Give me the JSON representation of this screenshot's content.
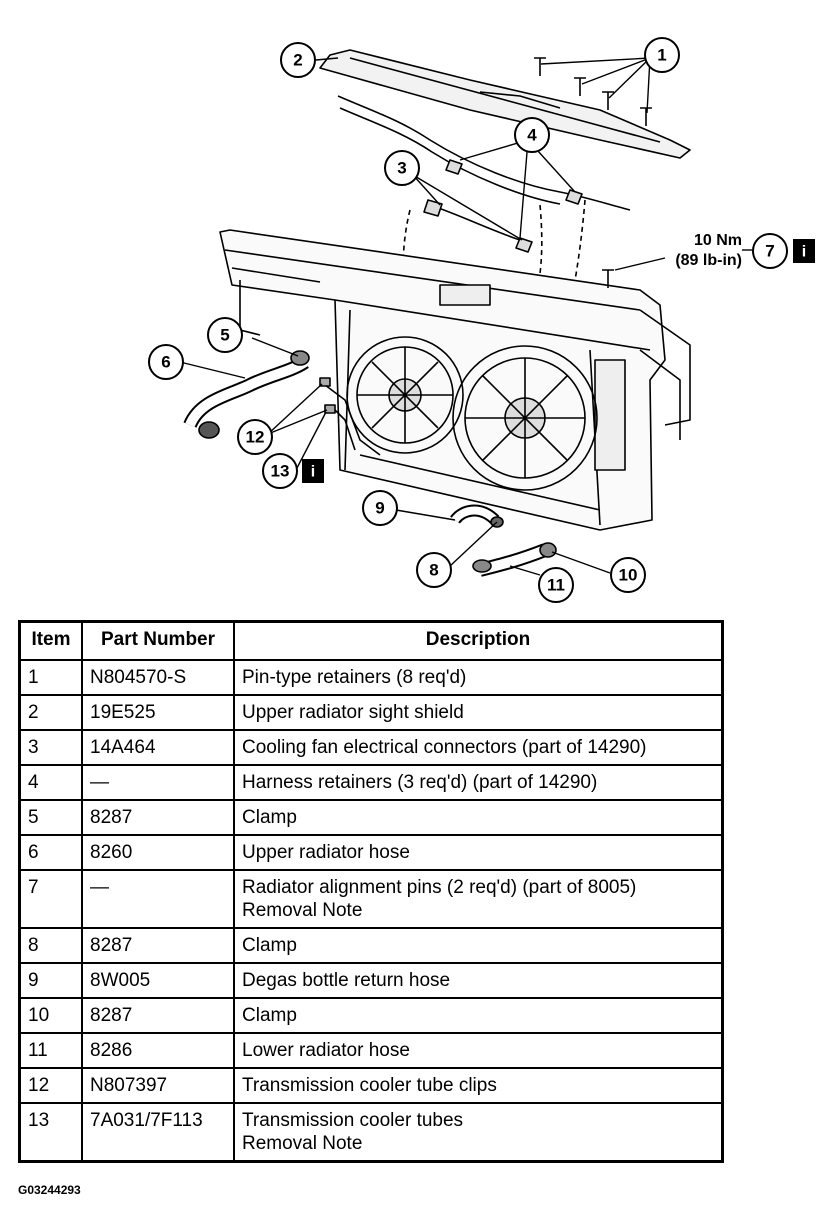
{
  "diagram": {
    "callouts": [
      "1",
      "2",
      "3",
      "4",
      "5",
      "6",
      "7",
      "8",
      "9",
      "10",
      "11",
      "12",
      "13"
    ],
    "torque_line1": "10 Nm",
    "torque_line2": "(89 lb-in)",
    "info_glyph": "i"
  },
  "table": {
    "headers": {
      "item": "Item",
      "part": "Part Number",
      "desc": "Description"
    },
    "rows": [
      {
        "item": "1",
        "part": "N804570-S",
        "desc": "Pin-type retainers (8 req'd)",
        "note": ""
      },
      {
        "item": "2",
        "part": "19E525",
        "desc": "Upper radiator sight shield",
        "note": ""
      },
      {
        "item": "3",
        "part": "14A464",
        "desc": "Cooling fan electrical connectors (part of 14290)",
        "note": ""
      },
      {
        "item": "4",
        "part": "—",
        "desc": "Harness retainers (3 req'd) (part of 14290)",
        "note": ""
      },
      {
        "item": "5",
        "part": "8287",
        "desc": "Clamp",
        "note": ""
      },
      {
        "item": "6",
        "part": "8260",
        "desc": "Upper radiator hose",
        "note": ""
      },
      {
        "item": "7",
        "part": "—",
        "desc": "Radiator alignment pins (2 req'd) (part of 8005)",
        "note": "Removal Note"
      },
      {
        "item": "8",
        "part": "8287",
        "desc": "Clamp",
        "note": ""
      },
      {
        "item": "9",
        "part": "8W005",
        "desc": "Degas bottle return hose",
        "note": ""
      },
      {
        "item": "10",
        "part": "8287",
        "desc": "Clamp",
        "note": ""
      },
      {
        "item": "11",
        "part": "8286",
        "desc": "Lower radiator hose",
        "note": ""
      },
      {
        "item": "12",
        "part": "N807397",
        "desc": "Transmission cooler tube clips",
        "note": ""
      },
      {
        "item": "13",
        "part": "7A031/7F113",
        "desc": "Transmission cooler tubes",
        "note": "Removal Note"
      }
    ]
  },
  "figure_id": "G03244293"
}
